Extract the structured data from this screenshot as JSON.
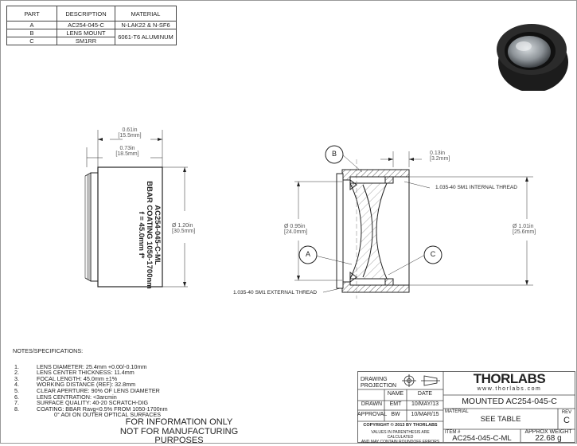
{
  "parts_table": {
    "headers": [
      "PART",
      "DESCRIPTION",
      "MATERIAL"
    ],
    "rows": [
      {
        "part": "A",
        "description": "AC254-045-C",
        "material": "N-LAK22 & N-SF6"
      },
      {
        "part": "B",
        "description": "LENS MOUNT",
        "material": "6061-T6 ALUMINUM"
      },
      {
        "part": "C",
        "description": "SM1RR",
        "material": ""
      }
    ]
  },
  "left_view": {
    "dim_top1": "0.61in",
    "dim_top1_mm": "[15.5mm]",
    "dim_top2": "0.73in",
    "dim_top2_mm": "[18.5mm]",
    "dim_right": "Ø 1.20in",
    "dim_right_mm": "[30.5mm]",
    "engraving": [
      "AC254-045-C-ML",
      "BBAR COATING 1050-1700nm",
      "f = 45.0mm f*"
    ]
  },
  "section_view": {
    "callout_a": "A",
    "callout_b": "B",
    "callout_c": "C",
    "dim_top": "0.13in",
    "dim_top_mm": "[3.2mm]",
    "dim_left": "Ø 0.95in",
    "dim_left_mm": "[24.0mm]",
    "dim_right": "Ø 1.01in",
    "dim_right_mm": "[25.6mm]",
    "internal_thread": "1.035-40 SM1 INTERNAL THREAD",
    "external_thread": "1.035-40 SM1 EXTERNAL THREAD"
  },
  "notes": {
    "heading": "NOTES/SPECIFICATIONS:",
    "items": [
      {
        "n": "1.",
        "text": "LENS DIAMETER: 25.4mm +0.00/-0.10mm"
      },
      {
        "n": "2.",
        "text": "LENS CENTER THICKNESS: 11.4mm"
      },
      {
        "n": "3.",
        "text": "FOCAL LENGTH: 45.0mm ±1%"
      },
      {
        "n": "4.",
        "text": "WORKING DISTANCE (REF): 32.8mm"
      },
      {
        "n": "5.",
        "text": "CLEAR APERTURE: 90% OF LENS DIAMETER"
      },
      {
        "n": "6.",
        "text": "LENS CENTRATION: <3arcmin"
      },
      {
        "n": "7.",
        "text": "SURFACE QUALITY: 40-20 SCRATCH-DIG"
      },
      {
        "n": "8.",
        "text": "COATING: BBAR Ravg<0.5% FROM 1050-1700nm"
      },
      {
        "n": "",
        "text": "0° AOI ON OUTER OPTICAL SURFACES"
      }
    ]
  },
  "info_text": [
    "FOR INFORMATION ONLY",
    "NOT FOR MANUFACTURING PURPOSES"
  ],
  "title_block": {
    "projection_label": "DRAWING PROJECTION",
    "name_header": "NAME",
    "date_header": "DATE",
    "drawn_label": "DRAWN",
    "drawn_name": "EMT",
    "drawn_date": "10/MAY/13",
    "approval_label": "APPROVAL",
    "approval_name": "BW",
    "approval_date": "10/MAR/15",
    "copyright": "COPYRIGHT © 2013 BY THORLABS",
    "disclaimer": [
      "VALUES IN PARENTHESIS ARE CALCULATED",
      "AND MAY CONTAIN ROUNDOFF ERRORS"
    ],
    "logo": "THORLABS",
    "website": "www.thorlabs.com",
    "title": "MOUNTED AC254-045-C",
    "material_label": "MATERIAL",
    "material_value": "SEE TABLE",
    "rev_label": "REV",
    "rev_value": "C",
    "item_label": "ITEM #",
    "item_value": "AC254-045-C-ML",
    "weight_label": "APPROX WEIGHT",
    "weight_value": "22.68 g"
  }
}
